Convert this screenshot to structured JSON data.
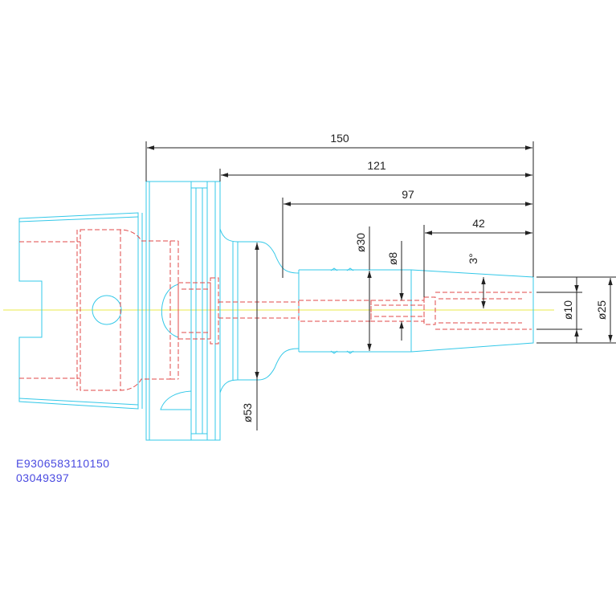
{
  "colors": {
    "outline": "#33c8e8",
    "hidden": "#e04848",
    "centerline": "#e8e84a",
    "dimension": "#222222",
    "code_text": "#4a4ae0"
  },
  "dimensions": {
    "length_total": "150",
    "length_121": "121",
    "length_97": "97",
    "length_42": "42",
    "dia_30": "ø30",
    "dia_8": "ø8",
    "dia_53": "ø53",
    "dia_10": "ø10",
    "dia_25": "ø25",
    "taper_angle": "3°"
  },
  "part_codes": {
    "line1": "E9306583110150",
    "line2": "03049397"
  }
}
